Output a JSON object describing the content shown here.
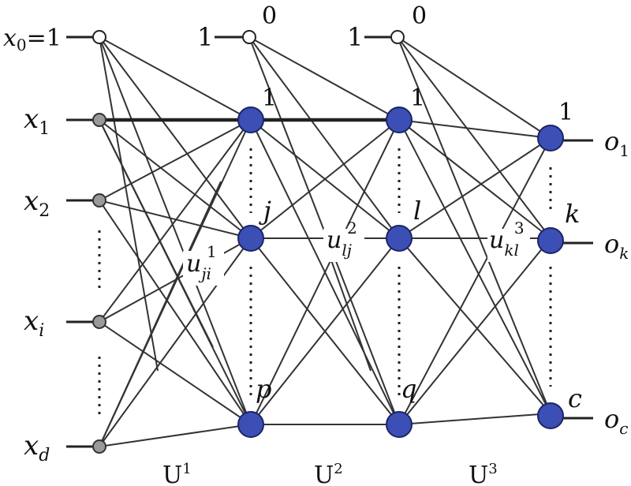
{
  "input_labels": {
    "x0": {
      "base": "x",
      "sub": "0",
      "tail": "=1"
    },
    "x1": {
      "base": "x",
      "sub": "1"
    },
    "x2": {
      "base": "x",
      "sub": "2"
    },
    "xi": {
      "base": "x",
      "sub": "i"
    },
    "xd": {
      "base": "x",
      "sub": "d"
    }
  },
  "bias_labels": {
    "h1_lead": "1",
    "h1_top": "0",
    "h2_lead": "1",
    "h2_top": "0"
  },
  "node_labels": {
    "h1_1": "1",
    "h1_j": "j",
    "h1_p": "p",
    "h2_1": "1",
    "h2_l": "l",
    "h2_q": "q",
    "out_1": "1",
    "out_k": "k",
    "out_c": "c"
  },
  "output_labels": {
    "o1": {
      "base": "o",
      "sub": "1"
    },
    "ok": {
      "base": "o",
      "sub": "k"
    },
    "oc": {
      "base": "o",
      "sub": "c"
    }
  },
  "weights": {
    "w1": {
      "base": "u",
      "sub": "ji",
      "sup": "1"
    },
    "w2": {
      "base": "u",
      "sub": "lj",
      "sup": "2"
    },
    "w3": {
      "base": "u",
      "sub": "kl",
      "sup": "3"
    }
  },
  "matrices": {
    "m1": {
      "base": "U",
      "sup": "1"
    },
    "m2": {
      "base": "U",
      "sup": "2"
    },
    "m3": {
      "base": "U",
      "sup": "3"
    }
  }
}
